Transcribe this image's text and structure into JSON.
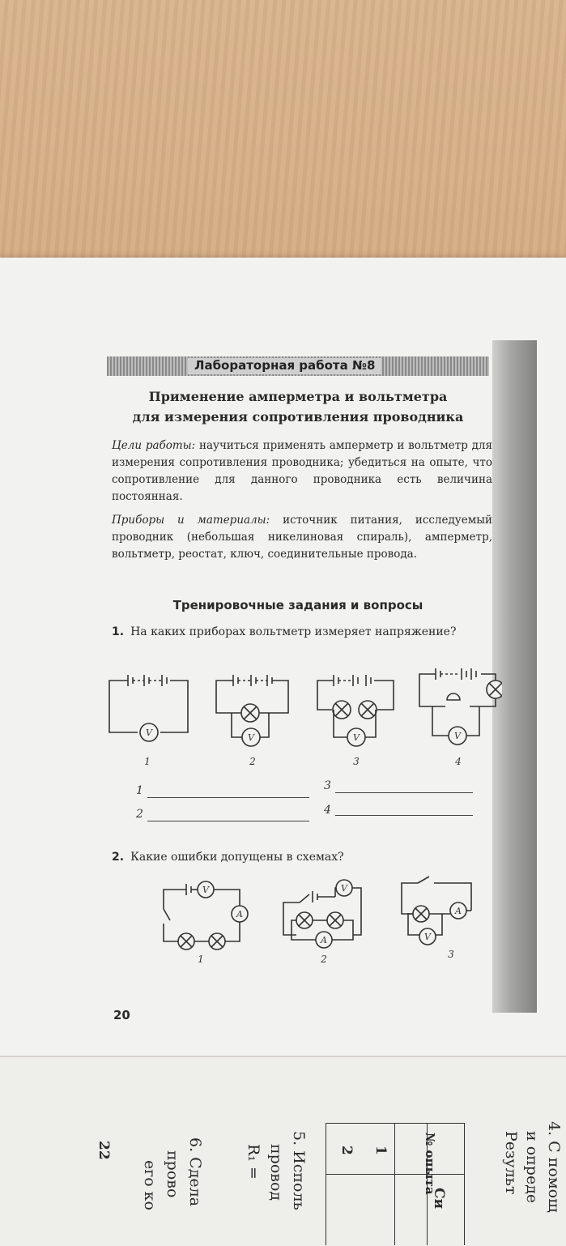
{
  "header": {
    "title": "Лабораторная работа №8"
  },
  "heading": {
    "line1": "Применение амперметра и вольтметра",
    "line2": "для измерения сопротивления проводника"
  },
  "goals": {
    "label": "Цели работы:",
    "text": " научиться применять амперметр и вольтметр для измерения сопротивления проводника; убедиться на опыте, что сопротивление для данного проводника есть величина постоянная."
  },
  "materials": {
    "label": "Приборы и материалы:",
    "text": " источник питания, исследуемый проводник (небольшая никелиновая спираль), амперметр, вольтметр, реостат, ключ, соединительные провода."
  },
  "section_title": "Тренировочные задания и вопросы",
  "q1": {
    "number": "1.",
    "text": "На каких приборах вольтметр измеряет напряжение?",
    "diagram_labels": [
      "1",
      "2",
      "3",
      "4"
    ],
    "answer_labels": [
      "1",
      "2",
      "3",
      "4"
    ]
  },
  "q2": {
    "number": "2.",
    "text": "Какие ошибки допущены в схемах?",
    "diagram_labels": [
      "1",
      "2",
      "3"
    ]
  },
  "meter_symbols": {
    "voltmeter": "V",
    "ammeter": "A"
  },
  "page_number": "20",
  "next_page": {
    "page_number": "22",
    "col_right": [
      "4. С помощ",
      "и опреде",
      "Результ"
    ],
    "col_mid": [
      "5. Исполь",
      "провод",
      "R₁ = "
    ],
    "col_left": [
      "6. Сдела",
      "прово",
      "его ко"
    ],
    "table_header": [
      "№ опыта",
      "Си"
    ],
    "table_rows": [
      "1",
      "2"
    ]
  }
}
